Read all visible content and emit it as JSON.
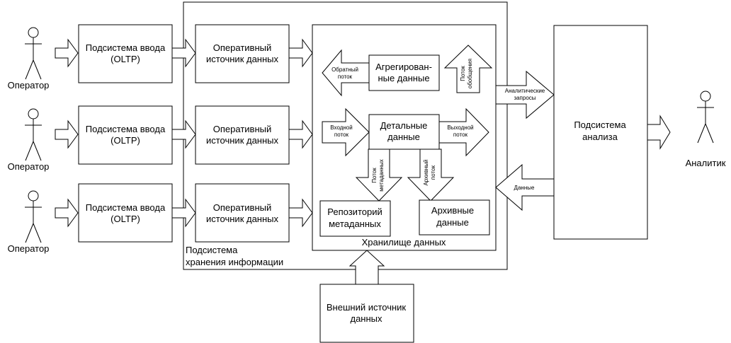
{
  "actors": {
    "operator_1": "Оператор",
    "operator_2": "Оператор",
    "operator_3": "Оператор",
    "analyst": "Аналитик"
  },
  "input_subsystems": [
    {
      "line1": "Подсистема ввода",
      "line2": "(OLTP)"
    },
    {
      "line1": "Подсистема ввода",
      "line2": "(OLTP)"
    },
    {
      "line1": "Подсистема ввода",
      "line2": "(OLTP)"
    }
  ],
  "operational_sources": [
    {
      "line1": "Оперативный",
      "line2": "источник данных"
    },
    {
      "line1": "Оперативный",
      "line2": "источник данных"
    },
    {
      "line1": "Оперативный",
      "line2": "источник данных"
    }
  ],
  "storage_subsystem": {
    "line1": "Подсистема",
    "line2": "хранения информации"
  },
  "warehouse": {
    "label": "Хранилище данных",
    "aggregated": {
      "line1": "Агрегирован-",
      "line2": "ные данные"
    },
    "detailed": {
      "line1": "Детальные",
      "line2": "данные"
    },
    "metadata_repo": {
      "line1": "Репозиторий",
      "line2": "метаданных"
    },
    "archive": {
      "line1": "Архивные",
      "line2": "данные"
    },
    "flows": {
      "reverse": {
        "line1": "Обратный",
        "line2": "поток"
      },
      "generalization": {
        "line1": "Поток",
        "line2": "обобщения"
      },
      "input": {
        "line1": "Входной",
        "line2": "поток"
      },
      "output": {
        "line1": "Выходной",
        "line2": "поток"
      },
      "metadata": {
        "line1": "Поток",
        "line2": "метаданных"
      },
      "archive": {
        "line1": "Архивный",
        "line2": "поток"
      }
    }
  },
  "analysis_subsystem": {
    "line1": "Подсистема",
    "line2": "анализа"
  },
  "analytic_queries": {
    "line1": "Аналитические",
    "line2": "запросы"
  },
  "data_flow": "Данные",
  "external_source": {
    "line1": "Внешний источник",
    "line2": "данных"
  }
}
